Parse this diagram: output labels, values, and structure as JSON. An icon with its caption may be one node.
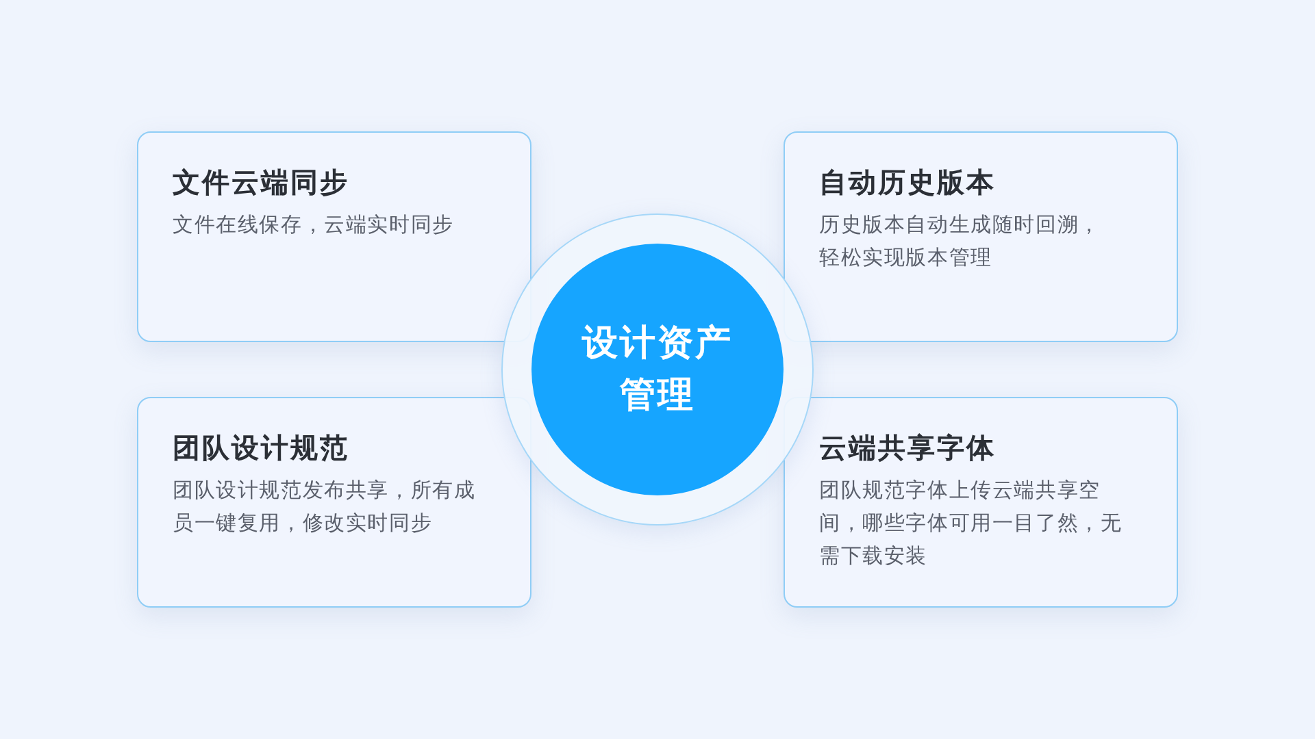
{
  "diagram": {
    "nodes": [
      {
        "text": [
          "文件云端同步",
          "文件在线保存，云端实时同步"
        ]
      },
      {
        "text": [
          "自动历史版本",
          "历史版本自动生成随时回溯，轻松实现版本管理"
        ]
      },
      {
        "text": [
          "设计资产管理"
        ]
      },
      {
        "text": [
          "团队设计规范",
          "团队设计规范发布共享，所有成员一键复用，修改实时同步"
        ]
      },
      {
        "text": [
          "云端共享字体",
          "团队规范字体上传云端共享空间，哪些字体可用一目了然，无需下载安装"
        ]
      }
    ]
  }
}
